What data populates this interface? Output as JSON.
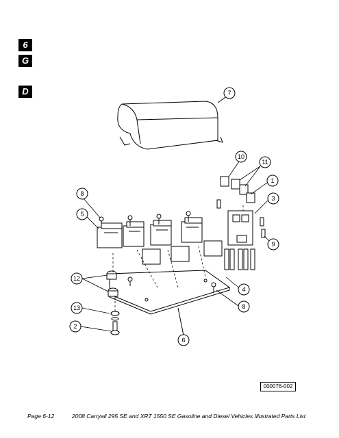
{
  "tabs": [
    "6",
    "G",
    "D"
  ],
  "callouts": [
    "7",
    "10",
    "11",
    "1",
    "8",
    "3",
    "5",
    "9",
    "12",
    "4",
    "8",
    "13",
    "2",
    "6"
  ],
  "figure_id": "000076-002",
  "footer": {
    "page": "Page 6-12",
    "title": "2008 Carryall 295 SE and XRT 1550 SE Gasoline and Diesel Vehicles Illustrated Parts List"
  }
}
